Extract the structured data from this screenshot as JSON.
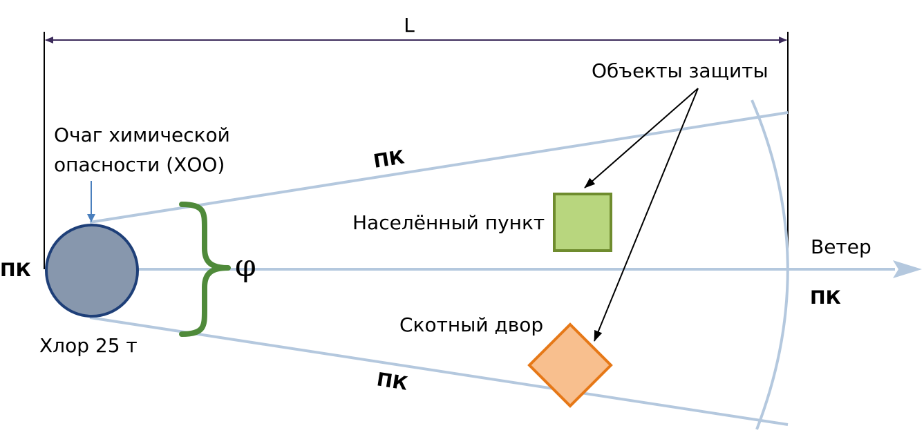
{
  "labels": {
    "distance": "L",
    "source_line1": "Очаг химической",
    "source_line2": "опасности (ХОО)",
    "source_substance": "Хлор 25 т",
    "protection_objects": "Объекты защиты",
    "settlement": "Населённый пункт",
    "cattle_yard": "Скотный двор",
    "wind": "Ветер",
    "angle": "φ",
    "pk_left": "ПК",
    "pk_top": "ПК",
    "pk_bottom": "ПК",
    "pk_right": "ПК"
  },
  "colors": {
    "dimension_line": "#3b2a5a",
    "zone_lines": "#b4c8de",
    "source_fill": "#8797ad",
    "source_stroke": "#1e3f78",
    "source_pointer": "#4a7fbd",
    "brace": "#4f8a3a",
    "settlement_fill": "#b8d67e",
    "settlement_stroke": "#6f8c2e",
    "cattle_fill": "#f8bf8e",
    "cattle_stroke": "#e67817",
    "callout_arrows": "#000000"
  }
}
